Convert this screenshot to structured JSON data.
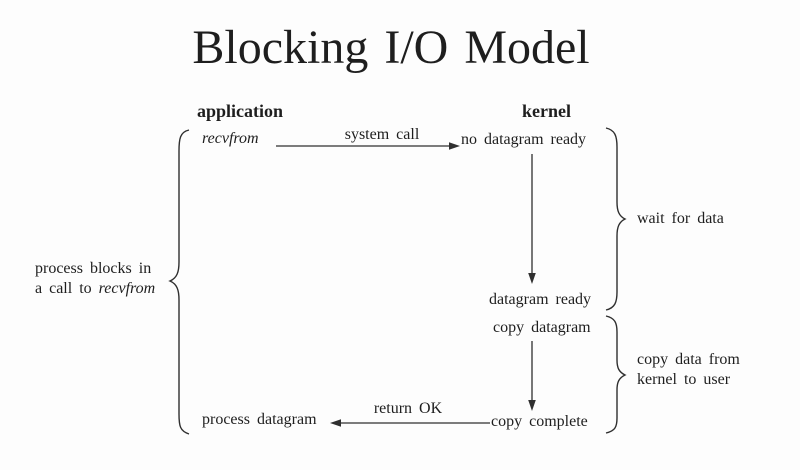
{
  "title": "Blocking I/O Model",
  "headers": {
    "left": "application",
    "right": "kernel"
  },
  "nodes": {
    "recvfrom": "recvfrom",
    "no_datagram_ready": "no datagram ready",
    "datagram_ready": "datagram ready",
    "copy_datagram": "copy datagram",
    "copy_complete": "copy complete",
    "process_datagram": "process datagram"
  },
  "edge_labels": {
    "system_call": "system call",
    "return_ok": "return OK"
  },
  "side_labels": {
    "wait_for_data": "wait for data",
    "copy_line1": "copy data from",
    "copy_line2": "kernel to user",
    "blocks_line1": "process blocks in",
    "blocks_line2_text": "a call to ",
    "blocks_line2_italic": "recvfrom"
  },
  "colors": {
    "background": "#fdfdfd",
    "text": "#1e1e1e",
    "line": "#2f2f2f"
  }
}
